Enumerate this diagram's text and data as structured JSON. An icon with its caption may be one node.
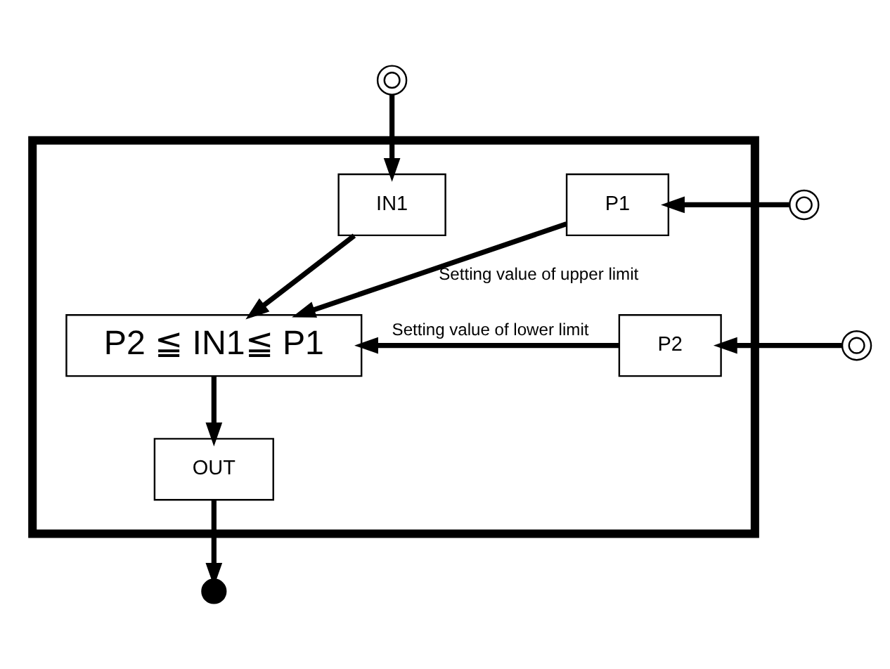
{
  "diagram": {
    "nodes": [
      {
        "text": [],
        "shape": "box"
      },
      {
        "text": [
          "IN1"
        ],
        "in": 0
      },
      {
        "text": [
          "P2 ≦ IN1≦ P1"
        ],
        "in": 0
      },
      {
        "text": [
          "P1"
        ],
        "in": 0
      },
      {
        "text": [
          "P2"
        ],
        "in": 0
      },
      {
        "text": [
          "OUT"
        ],
        "in": 0
      },
      {
        "text": [],
        "shape": "circle"
      },
      {
        "text": [],
        "shape": "circle"
      },
      {
        "text": [],
        "shape": "circle"
      },
      {
        "text": [],
        "shape": "dot"
      }
    ],
    "edges": [
      {
        "from": 6,
        "to": 1,
        "arrow": "to"
      },
      {
        "from": 1,
        "to": 2,
        "arrow": "to"
      },
      {
        "from": 3,
        "to": 2,
        "arrow": "to",
        "label": "Setting value of upper limit"
      },
      {
        "from": 4,
        "to": 2,
        "arrow": "to",
        "label": "Setting value of lower limit"
      },
      {
        "from": 2,
        "to": 5,
        "arrow": "to"
      },
      {
        "from": 7,
        "to": 3,
        "arrow": "to"
      },
      {
        "from": 8,
        "to": 4,
        "arrow": "to"
      },
      {
        "from": 5,
        "to": 9,
        "arrow": "to"
      }
    ]
  }
}
